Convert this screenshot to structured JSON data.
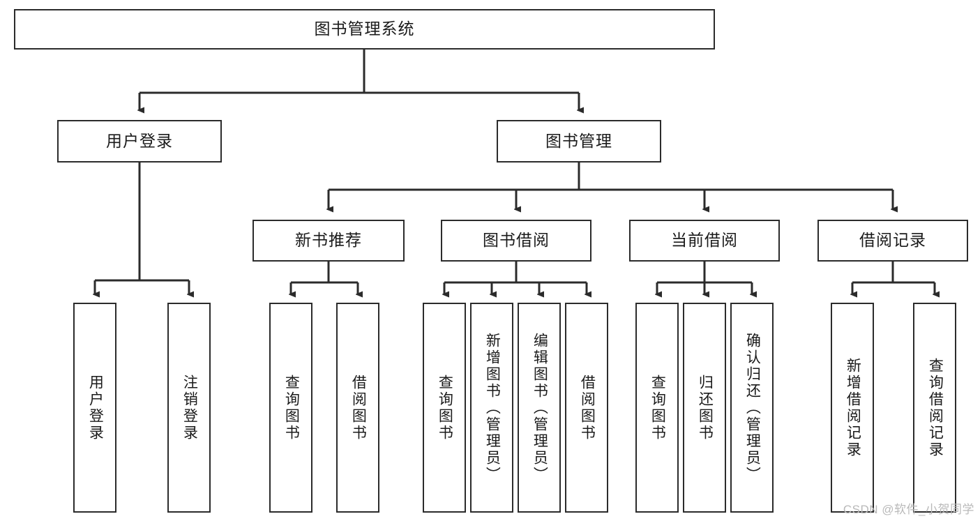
{
  "diagram": {
    "title": "图书管理系统",
    "type": "tree-hierarchy-diagram",
    "colors": {
      "box_border": "#2b2b2b",
      "box_fill": "#ffffff",
      "connector": "#2b2b2b",
      "background": "#ffffff",
      "watermark": "#b9b9b9"
    },
    "root": {
      "label": "图书管理系统"
    },
    "level2": [
      {
        "label": "用户登录"
      },
      {
        "label": "图书管理"
      }
    ],
    "level3": [
      {
        "label": "新书推荐"
      },
      {
        "label": "图书借阅"
      },
      {
        "label": "当前借阅"
      },
      {
        "label": "借阅记录"
      }
    ],
    "leaves": {
      "user_login": [
        {
          "label": "用户登录"
        },
        {
          "label": "注销登录"
        }
      ],
      "new_book": [
        {
          "label": "查询图书"
        },
        {
          "label": "借阅图书"
        }
      ],
      "book_borrow": [
        {
          "label": "查询图书"
        },
        {
          "label": "新增图书（管理员）"
        },
        {
          "label": "编辑图书（管理员）"
        },
        {
          "label": "借阅图书"
        }
      ],
      "current_borrow": [
        {
          "label": "查询图书"
        },
        {
          "label": "归还图书"
        },
        {
          "label": "确认归还（管理员）"
        }
      ],
      "borrow_record": [
        {
          "label": "新增借阅记录"
        },
        {
          "label": "查询借阅记录"
        }
      ]
    },
    "watermark": "CSDN @软件_小贺同学"
  }
}
